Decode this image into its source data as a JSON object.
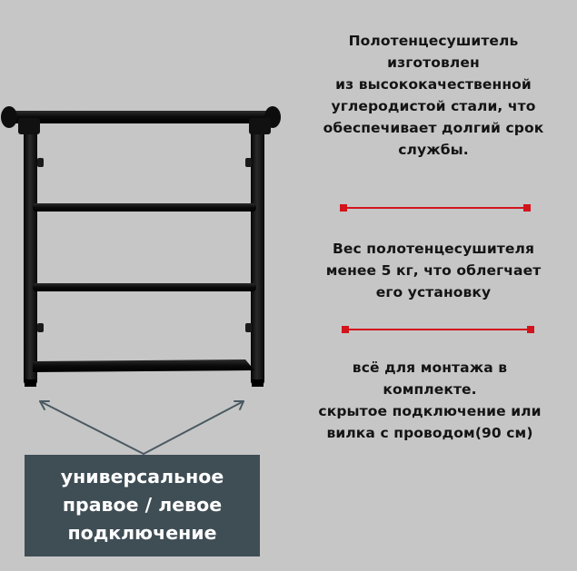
{
  "description_block_1": {
    "lines": [
      "Полотенцесушитель",
      "изготовлен",
      "из высококачественной",
      "углеродистой стали, что",
      "обеспечивает долгий срок",
      "службы."
    ]
  },
  "description_block_2": {
    "lines": [
      "Вес полотенцесушителя",
      "менее 5 кг, что облегчает",
      "его установку"
    ]
  },
  "description_block_3": {
    "lines": [
      "всё для монтажа в",
      "комплекте.",
      "скрытое подключение или",
      "вилка с проводом(90 см)"
    ]
  },
  "connection_label": {
    "lines": [
      "универсальное",
      "правое / левое",
      "подключение"
    ]
  },
  "colors": {
    "background": "#c6c6c6",
    "accent_divider": "#d2141c",
    "label_box": "#3f4d55",
    "product": "#111111"
  }
}
